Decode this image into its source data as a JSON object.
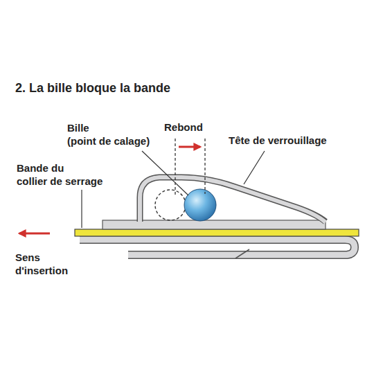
{
  "diagram": {
    "title": "2. La bille bloque la bande",
    "labels": [
      "Bille (point de calage)",
      "Rebond",
      "Tête de verrouillage",
      "Bande du collier de serrage",
      "Sens d'insertion"
    ]
  }
}
